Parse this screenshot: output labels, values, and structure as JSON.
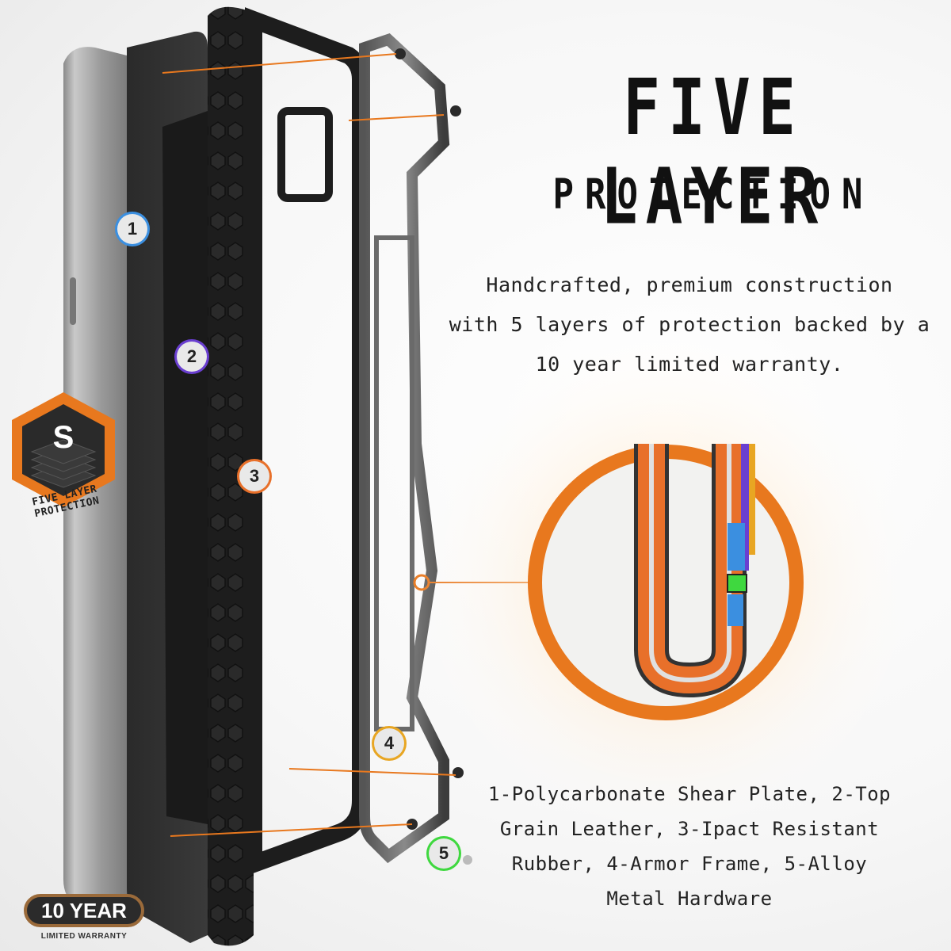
{
  "title": "FIVE LAYER",
  "subtitle": "PROTECTION",
  "description_lines": [
    "Handcrafted, premium construction",
    "with 5 layers of protection backed by a",
    "10 year limited warranty."
  ],
  "layer_list_lines": [
    "1-Polycarbonate Shear Plate, 2-Top",
    "Grain Leather, 3-Ipact Resistant",
    "Rubber, 4-Armor Frame, 5-Alloy",
    "Metal Hardware"
  ],
  "badges": [
    {
      "label": "1",
      "color": "#3b8fe0"
    },
    {
      "label": "2",
      "color": "#6a3fd0"
    },
    {
      "label": "3",
      "color": "#e8702a"
    },
    {
      "label": "4",
      "color": "#e8a623"
    },
    {
      "label": "5",
      "color": "#3fd83f"
    }
  ],
  "emblem": {
    "mark": "S",
    "caption": "FIVE LAYER PROTECTION"
  },
  "warranty": {
    "badge": "10 YEAR",
    "caption": "LIMITED WARRANTY"
  },
  "colors": {
    "accent_orange": "#e8781e",
    "text_dark": "#111111"
  }
}
